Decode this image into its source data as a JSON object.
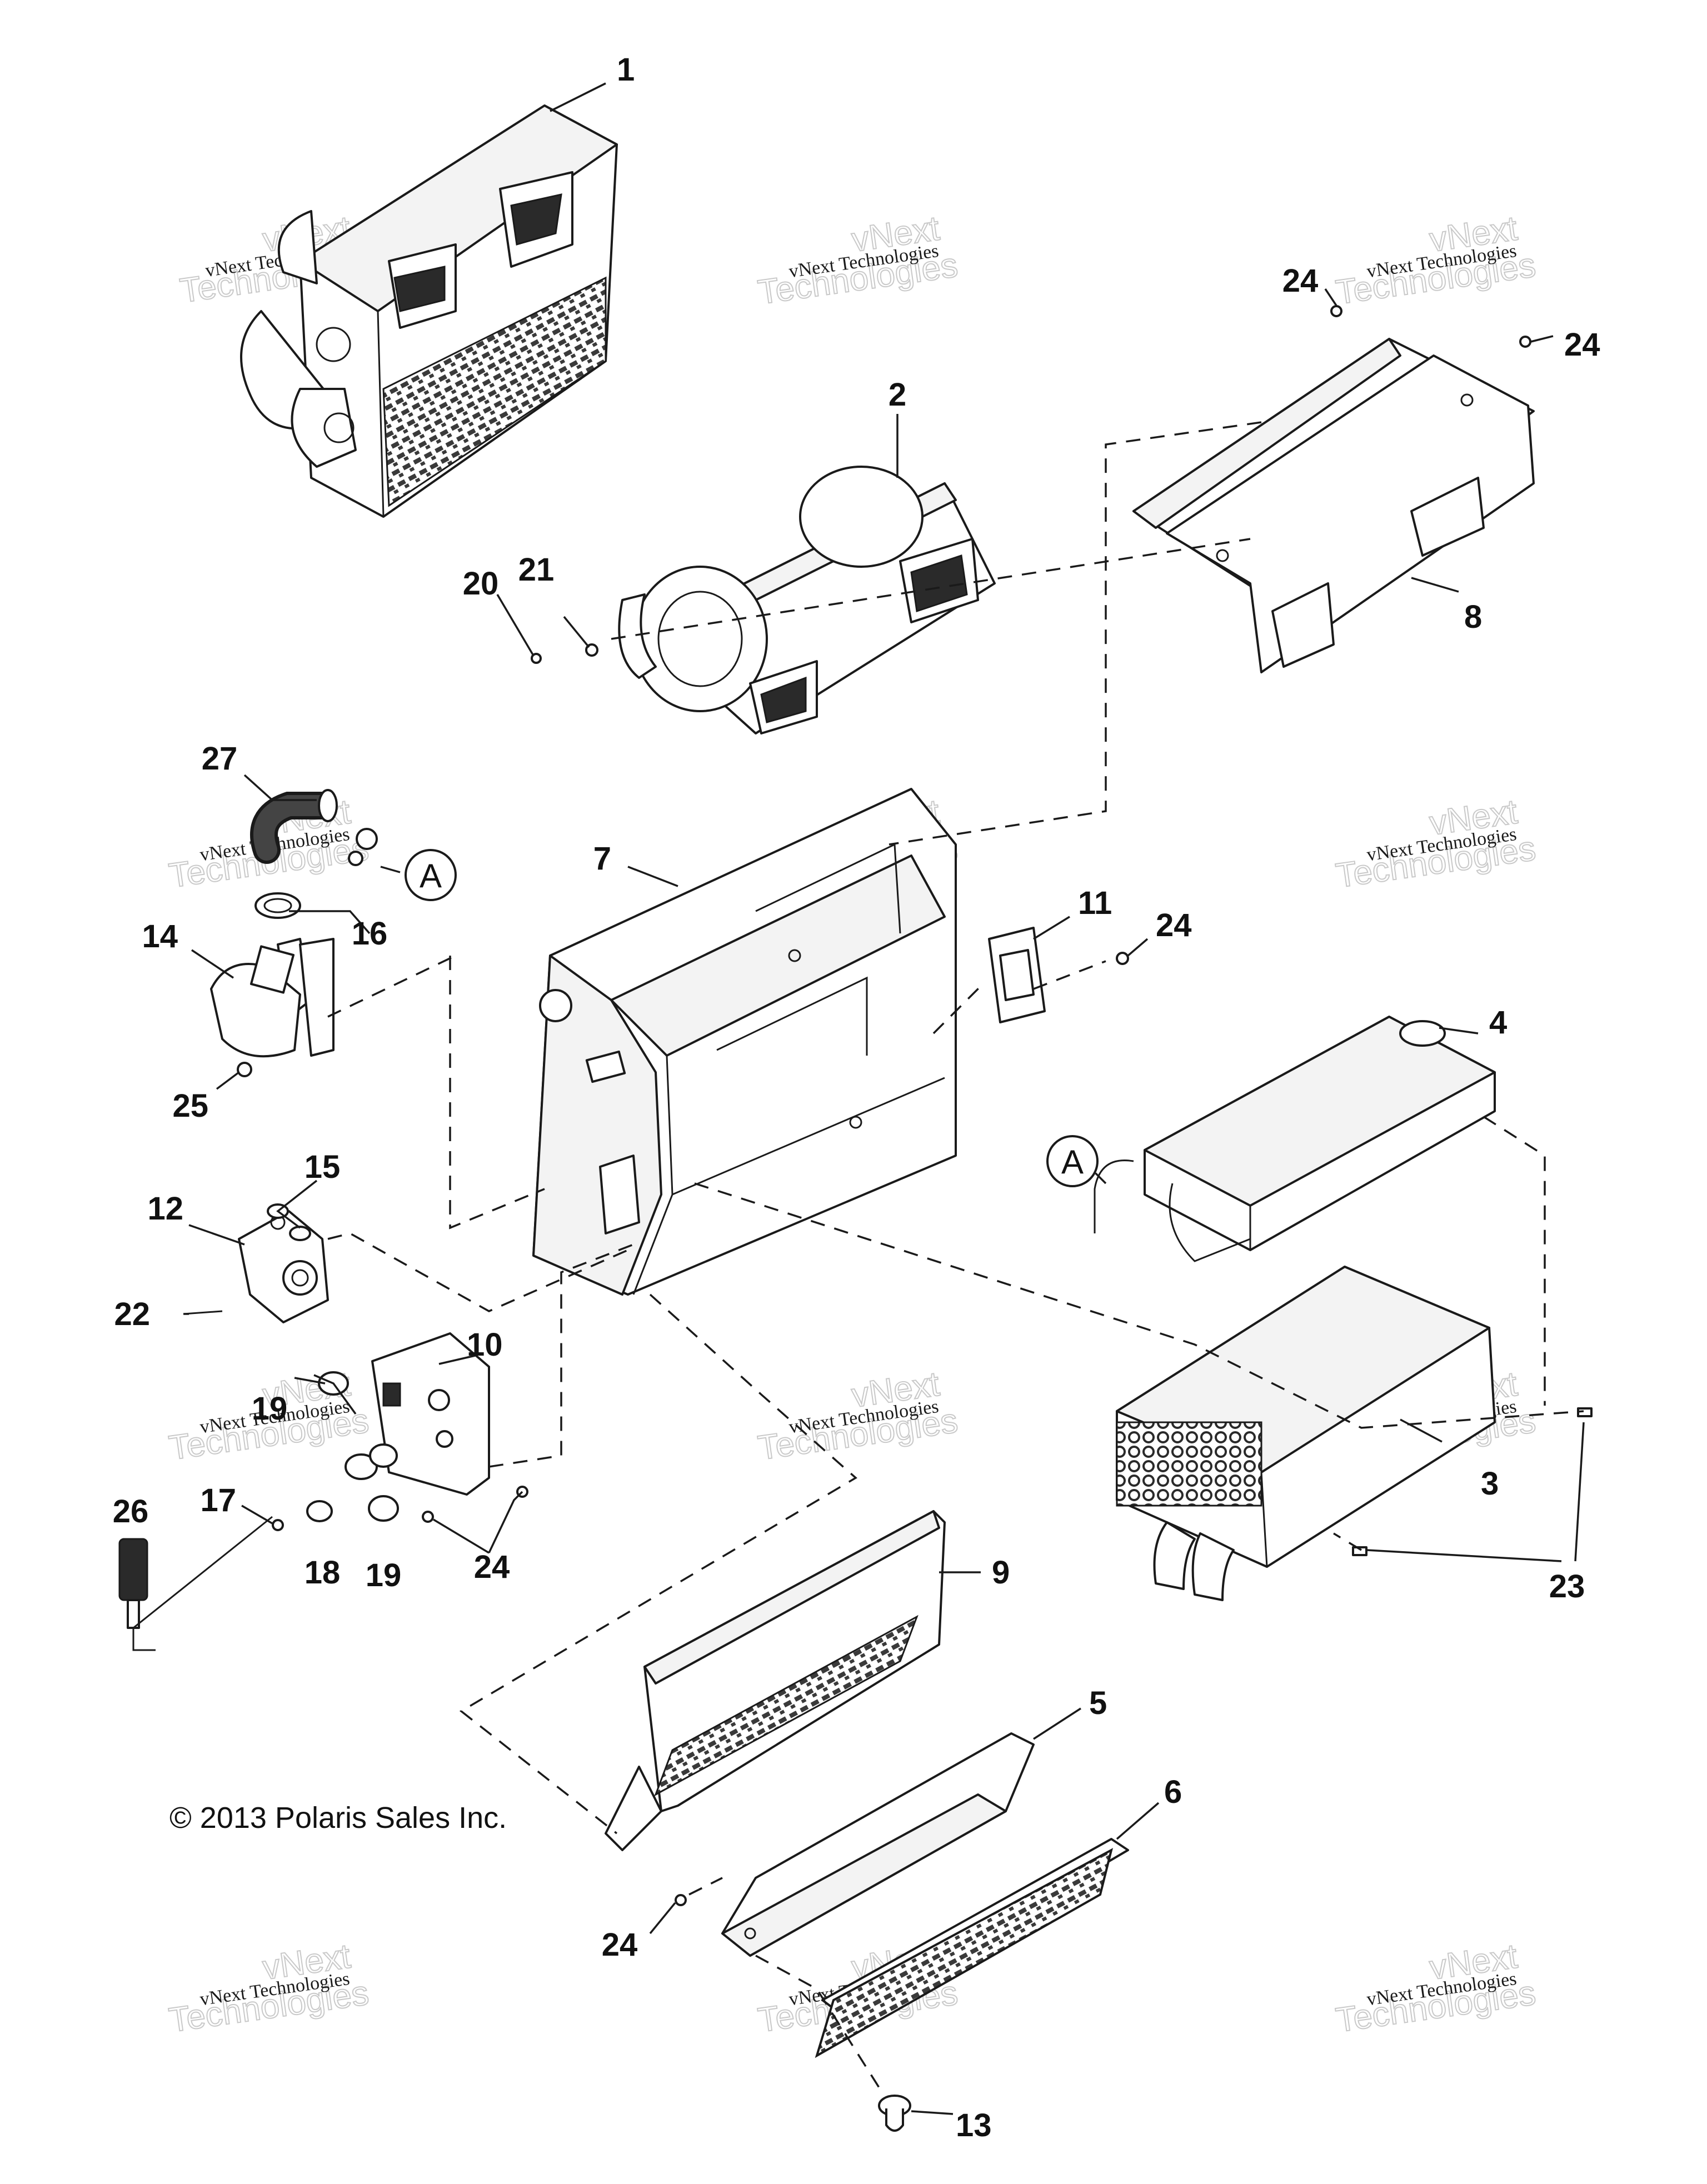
{
  "callouts": [
    "1",
    "2",
    "3",
    "4",
    "5",
    "6",
    "7",
    "8",
    "9",
    "10",
    "11",
    "12",
    "13",
    "14",
    "15",
    "16",
    "17",
    "18",
    "19",
    "19",
    "20",
    "21",
    "22",
    "23",
    "24",
    "24",
    "24",
    "24",
    "24",
    "25",
    "26",
    "27"
  ],
  "reference_marker": "A",
  "copyright": "© 2013 Polaris Sales Inc.",
  "watermark": {
    "line1": "vNext Technologies",
    "line2": "vNext",
    "line3": "Technologies"
  }
}
